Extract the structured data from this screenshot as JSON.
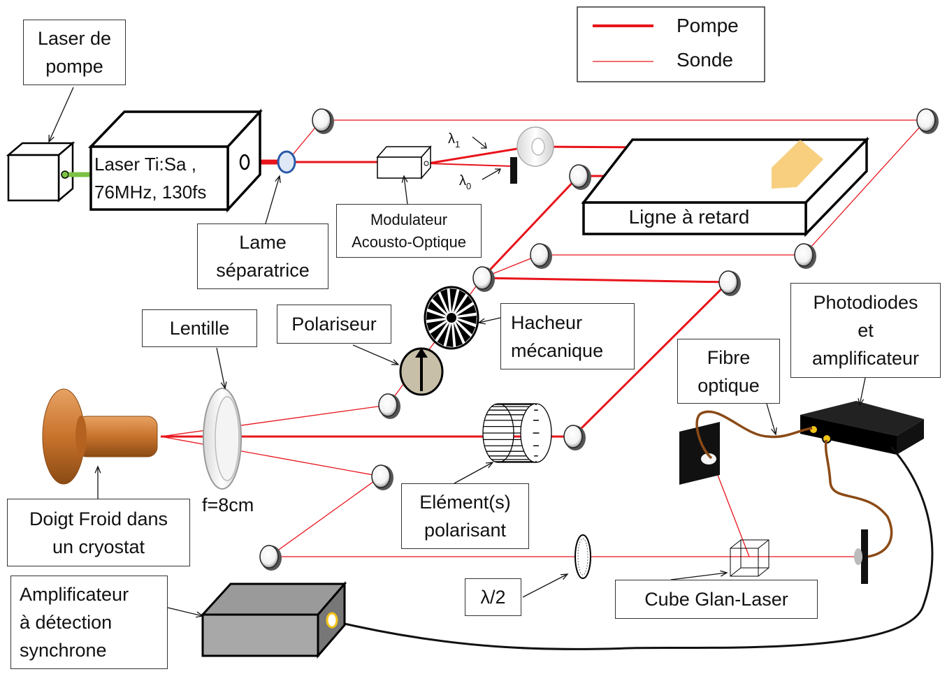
{
  "legend": {
    "pump": "Pompe",
    "probe": "Sonde"
  },
  "labels": {
    "pump_laser": [
      "Laser de",
      "pompe"
    ],
    "tisa_laser": [
      "Laser Ti:Sa ,",
      "76MHz, 130fs"
    ],
    "splitter": [
      "Lame",
      "séparatrice"
    ],
    "aom": [
      "Modulateur",
      "Acousto-Optique"
    ],
    "delay_line": "Ligne à retard",
    "chopper": [
      "Hacheur",
      "mécanique"
    ],
    "polarizer": "Polariseur",
    "lens": "Lentille",
    "focal": "f=8cm",
    "cold_finger": [
      "Doigt Froid dans",
      "un cryostat"
    ],
    "polarizing_elements": [
      "Elément(s)",
      "polarisant"
    ],
    "fiber": [
      "Fibre",
      "optique"
    ],
    "photodiodes": [
      "Photodiodes",
      "et",
      "amplificateur"
    ],
    "lockin": [
      "Amplificateur",
      "à détection",
      "synchrone"
    ],
    "halfwave": "λ/2",
    "glan_cube": "Cube Glan-Laser",
    "lambda1": "λ",
    "lambda1_sub": "1",
    "lambda0": "λ",
    "lambda0_sub": "0"
  },
  "colors": {
    "pump": "#e8141b",
    "probe": "#e8141b",
    "copper": "#c8732c",
    "fiber": "#8b4a16"
  }
}
